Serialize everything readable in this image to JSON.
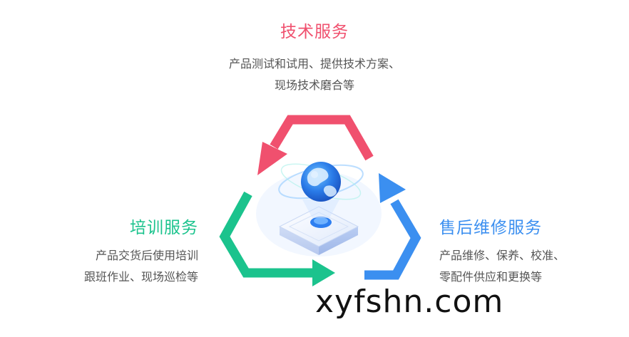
{
  "technical_service": {
    "title": "技术服务",
    "desc_line1": "产品测试和试用、提供技术方案、",
    "desc_line2": "现场技术磨合等",
    "color": "#f0506e"
  },
  "training_service": {
    "title": "培训服务",
    "desc_line1": "产品交货后使用培训",
    "desc_line2": "跟班作业、现场巡检等",
    "color": "#1bc38d"
  },
  "aftersales_service": {
    "title": "售后维修服务",
    "desc_line1": "产品维修、保养、校准、",
    "desc_line2": "零配件供应和更换等",
    "color": "#3b8ff0"
  },
  "watermark": "xyfshn.com",
  "center_icon": "globe-platform-icon"
}
